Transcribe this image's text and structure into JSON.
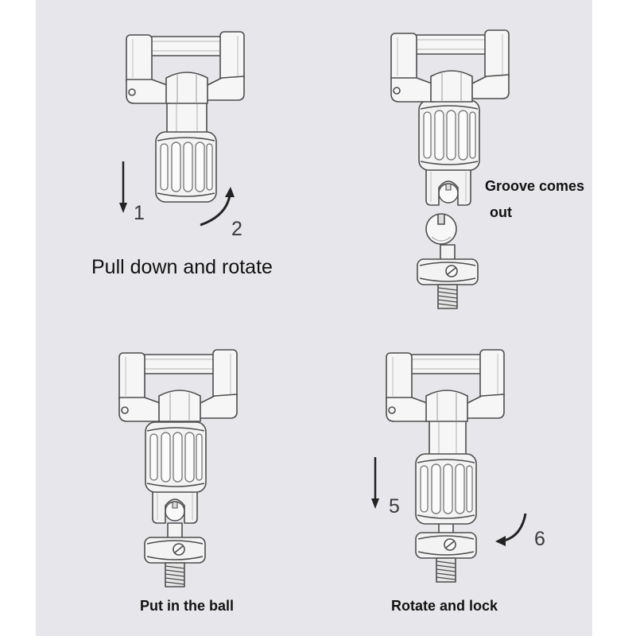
{
  "panels": [
    {
      "caption": "Pull down and rotate",
      "step_a": "1",
      "step_b": "2"
    },
    {
      "caption_line1": "Groove comes",
      "caption_line2": "out"
    },
    {
      "caption": "Put in the ball"
    },
    {
      "caption": "Rotate and lock",
      "step_a": "5",
      "step_b": "6"
    }
  ],
  "colors": {
    "page_background": "#ffffff",
    "panel_background": "#e7e7eb",
    "line": "#4d4d4d",
    "part_fill": "#f3f3f3",
    "arrow": "#222222",
    "text": "#111111"
  }
}
